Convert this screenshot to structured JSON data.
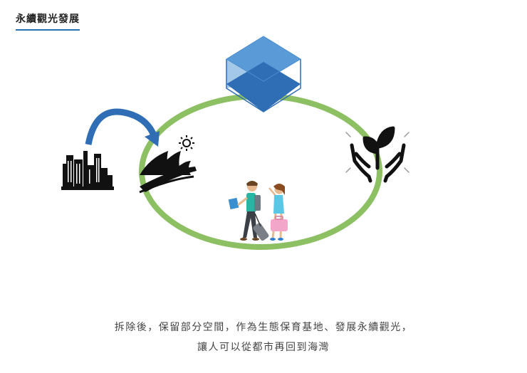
{
  "header": {
    "title": "永續觀光發展"
  },
  "caption": {
    "line1": "拆除後，保留部分空間，作為生態保育基地、發展永續觀光，",
    "line2": "讓人可以從都市再回到海灣"
  },
  "icons": {
    "city": "city-skyline-icon",
    "arrow": "curved-arrow-icon",
    "opera": "opera-house-icon",
    "sun": "sun-icon",
    "cube": "cube-icon",
    "plant": "hands-plant-icon",
    "tourists": "tourists-icon"
  },
  "colors": {
    "ring": "#8cc063",
    "blue_dark": "#2f6db5",
    "blue_light": "#5a9ad6",
    "black": "#111111"
  }
}
